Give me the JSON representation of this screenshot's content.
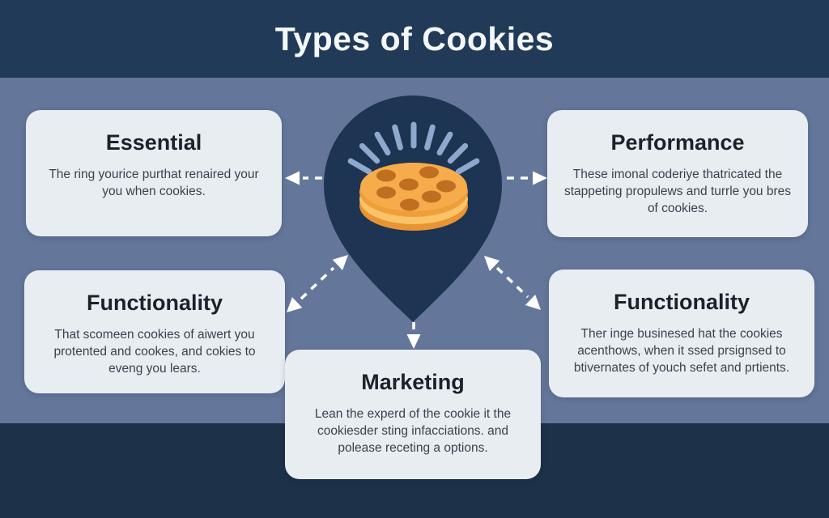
{
  "header": {
    "title": "Types of Cookies"
  },
  "center_icon": {
    "pin": "location-pin",
    "icon": "cookie-icon",
    "rays": "shine-rays"
  },
  "palette": {
    "header_bg": "#213a57",
    "main_bg": "#64779b",
    "footer_bg": "#1d3149",
    "card_bg": "#e8edf2",
    "pin_fill": "#1d3552",
    "cookie_body": "#f6ac4b",
    "cookie_layer": "#f9c468",
    "cookie_chip": "#c06f20",
    "ray_color": "#8fa8cd",
    "arrow_color": "#ffffff",
    "title_text": "#f3f6fa",
    "card_title_text": "#1b222b",
    "card_body_text": "#3a424d"
  },
  "cards": [
    {
      "id": "essential",
      "title": "Essential",
      "body": "The ring yourice purthat renaired your you when cookies."
    },
    {
      "id": "performance",
      "title": "Performance",
      "body": "These imonal coderiye thatricated the stappeting propulews and turrle you bres of cookies."
    },
    {
      "id": "functionality-left",
      "title": "Functionality",
      "body": "That scomeen cookies of aiwert you protented and cookes, and cokies to eveng you lears."
    },
    {
      "id": "functionality-right",
      "title": "Functionality",
      "body": "Ther inge businesed hat the cookies acenthows, when it ssed prsignsed to btivernates of youch sefet and prtients."
    },
    {
      "id": "marketing",
      "title": "Marketing",
      "body": "Lean the experd of the cookie it the cookiesder sting infacciations. and polease receting a options."
    }
  ]
}
